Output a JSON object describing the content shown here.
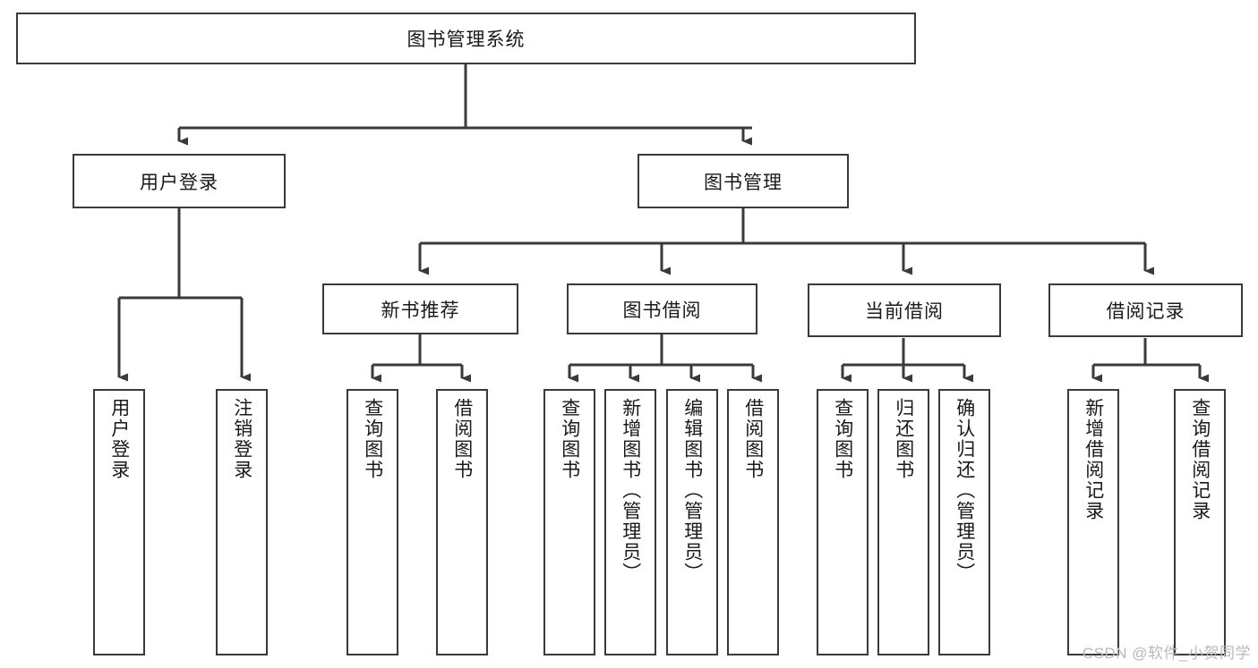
{
  "diagram": {
    "title": "图书管理系统",
    "type": "tree-hierarchy-diagram",
    "watermark": "CSDN @软件_小贺同学",
    "colors": {
      "stroke": "#3a3a3a",
      "fill": "#ffffff",
      "text": "#1a1a1a",
      "watermark": "#b9b9b9"
    },
    "levels": {
      "level1": [
        {
          "id": "root",
          "label": "图书管理系统"
        }
      ],
      "level2": [
        {
          "id": "user-login",
          "label": "用户登录"
        },
        {
          "id": "book-manage",
          "label": "图书管理"
        }
      ],
      "level3": [
        {
          "id": "new-book-recommend",
          "label": "新书推荐"
        },
        {
          "id": "book-borrow",
          "label": "图书借阅"
        },
        {
          "id": "current-borrow",
          "label": "当前借阅"
        },
        {
          "id": "borrow-record",
          "label": "借阅记录"
        }
      ],
      "level4": [
        {
          "id": "leaf-user-login",
          "parent": "user-login",
          "label": "用户登录"
        },
        {
          "id": "leaf-logout",
          "parent": "user-login",
          "label": "注销登录"
        },
        {
          "id": "leaf-query-book-1",
          "parent": "new-book-recommend",
          "label": "查询图书"
        },
        {
          "id": "leaf-borrow-book-1",
          "parent": "new-book-recommend",
          "label": "借阅图书"
        },
        {
          "id": "leaf-query-book-2",
          "parent": "book-borrow",
          "label": "查询图书"
        },
        {
          "id": "leaf-add-book",
          "parent": "book-borrow",
          "label": "新增图书（管理员）"
        },
        {
          "id": "leaf-edit-book",
          "parent": "book-borrow",
          "label": "编辑图书（管理员）"
        },
        {
          "id": "leaf-borrow-book-2",
          "parent": "book-borrow",
          "label": "借阅图书"
        },
        {
          "id": "leaf-query-book-3",
          "parent": "current-borrow",
          "label": "查询图书"
        },
        {
          "id": "leaf-return-book",
          "parent": "current-borrow",
          "label": "归还图书"
        },
        {
          "id": "leaf-confirm-return",
          "parent": "current-borrow",
          "label": "确认归还（管理员）"
        },
        {
          "id": "leaf-add-record",
          "parent": "borrow-record",
          "label": "新增借阅记录"
        },
        {
          "id": "leaf-query-record",
          "parent": "borrow-record",
          "label": "查询借阅记录"
        }
      ]
    }
  }
}
